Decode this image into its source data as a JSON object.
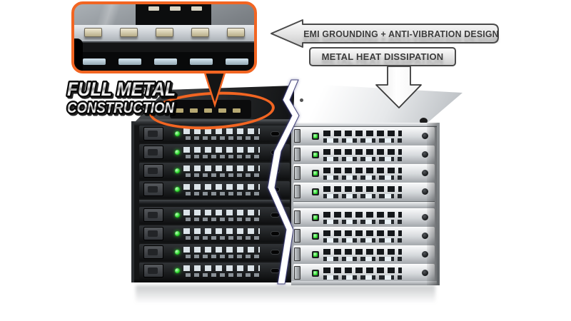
{
  "headline": {
    "line1": "FULL METAL",
    "line2": "CONSTRUCTION"
  },
  "callouts": {
    "emi_arrow_label": "EMI GROUNDING + ANTI-VIBRATION DESIGN",
    "heat_label": "METAL HEAT DISSIPATION"
  },
  "icons": {
    "emi_pointer": "left-arrow",
    "heat_pointer": "down-arrow",
    "detail_pointer": "down-wedge",
    "highlight": "orange-ellipse"
  },
  "colors": {
    "accent_orange": "#f26522",
    "led_green": "#2edb2e",
    "callout_text": "#3b3b3b",
    "black_half": "#141516",
    "silver_half": "#d6d9dc"
  },
  "product": {
    "description_visible": "8-bay drive cage, left half black / right half bare metal",
    "left_trays": [
      {
        "led": "green"
      },
      {
        "led": "green"
      },
      {
        "led": "green"
      },
      {
        "led": "green"
      },
      {
        "led": "green"
      },
      {
        "led": "green"
      },
      {
        "led": "green"
      },
      {
        "led": "green"
      }
    ],
    "right_trays": [
      {
        "led": "green"
      },
      {
        "led": "green"
      },
      {
        "led": "green"
      },
      {
        "led": "green"
      },
      {
        "led": "green"
      },
      {
        "led": "green"
      },
      {
        "led": "green"
      },
      {
        "led": "green"
      }
    ]
  }
}
